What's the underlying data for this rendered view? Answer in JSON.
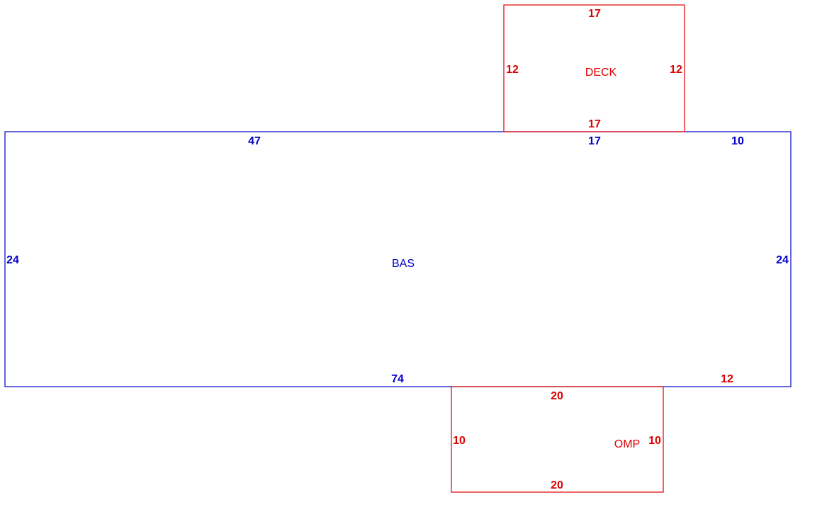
{
  "colors": {
    "main": "#0000cc",
    "addition": "#dd0000",
    "background": "#ffffff"
  },
  "areas": {
    "bas": {
      "label": "BAS",
      "dims": {
        "top_left": "47",
        "top_mid": "17",
        "top_right": "10",
        "left": "24",
        "right": "24",
        "bottom": "74"
      }
    },
    "deck": {
      "label": "DECK",
      "dims": {
        "top": "17",
        "bottom": "17",
        "left": "12",
        "right": "12"
      }
    },
    "omp": {
      "label": "OMP",
      "dims": {
        "top": "20",
        "bottom": "20",
        "left": "10",
        "right": "10",
        "offset_bottom_right": "12"
      }
    }
  }
}
